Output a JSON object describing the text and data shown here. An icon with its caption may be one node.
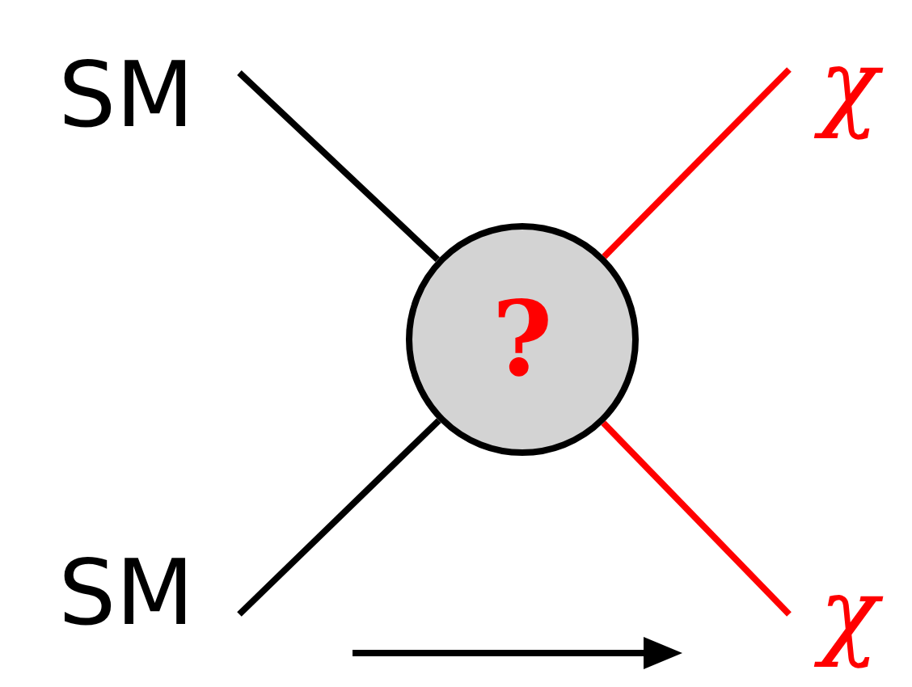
{
  "diagram": {
    "nodes": [
      {
        "text": [
          "SM"
        ]
      },
      {
        "text": [
          "χ"
        ]
      },
      {
        "text": [
          "?"
        ]
      },
      {
        "text": [
          "SM"
        ]
      },
      {
        "text": [
          "χ"
        ]
      }
    ],
    "edges": [
      {
        "from": 0,
        "to": 2,
        "arrow": "none"
      },
      {
        "from": 2,
        "to": 1,
        "arrow": "none",
        "color": "#ff0000"
      },
      {
        "from": 3,
        "to": 2,
        "arrow": "none"
      },
      {
        "from": 2,
        "to": 4,
        "arrow": "none",
        "color": "#ff0000"
      }
    ]
  }
}
